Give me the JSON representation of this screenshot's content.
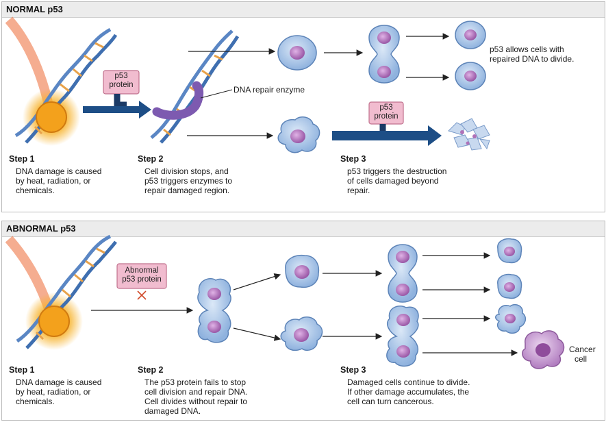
{
  "normal": {
    "title": "NORMAL p53",
    "step1": {
      "label": "Step 1",
      "lines": [
        "DNA damage is caused",
        "by heat, radiation, or",
        "chemicals."
      ]
    },
    "step2": {
      "label": "Step 2",
      "lines": [
        "Cell division stops, and",
        "p53 triggers enzymes to",
        "repair damaged region."
      ]
    },
    "step3": {
      "label": "Step 3",
      "lines": [
        "p53 triggers the destruction",
        "of cells damaged beyond",
        "repair."
      ]
    },
    "p53_tag_1": [
      "p53",
      "protein"
    ],
    "p53_tag_2": [
      "p53",
      "protein"
    ],
    "enzyme_label": "DNA repair enzyme",
    "outcome_lines": [
      "p53 allows cells with",
      "repaired DNA to divide."
    ]
  },
  "abnormal": {
    "title": "ABNORMAL p53",
    "step1": {
      "label": "Step 1",
      "lines": [
        "DNA damage is caused",
        "by heat, radiation, or",
        "chemicals."
      ]
    },
    "step2": {
      "label": "Step 2",
      "lines": [
        "The p53 protein fails to stop",
        "cell division and repair DNA.",
        "Cell divides without repair to",
        "damaged DNA."
      ]
    },
    "step3": {
      "label": "Step 3",
      "lines": [
        "Damaged cells continue to divide.",
        "If other damage accumulates, the",
        "cell can turn cancerous."
      ]
    },
    "abnormal_tag": [
      "Abnormal",
      "p53 protein"
    ],
    "cancer_label": [
      "Cancer",
      "cell"
    ]
  },
  "colors": {
    "cell_fill": "#a9c6e8",
    "cell_edge": "#5d84b8",
    "nucleus": "#b072b8",
    "tag_fill": "#f1bccf",
    "tag_edge": "#c0708d",
    "p53_stalk": "#1b3a66",
    "big_arrow": "#1d4e86",
    "enzyme": "#7d5ab0",
    "dna_blue": "#5a86c4",
    "dna_rung": "#e8a24a",
    "damage_glow": "#f6a21a",
    "ray": "#ec6a35",
    "cancer_fill": "#caa2d2"
  }
}
